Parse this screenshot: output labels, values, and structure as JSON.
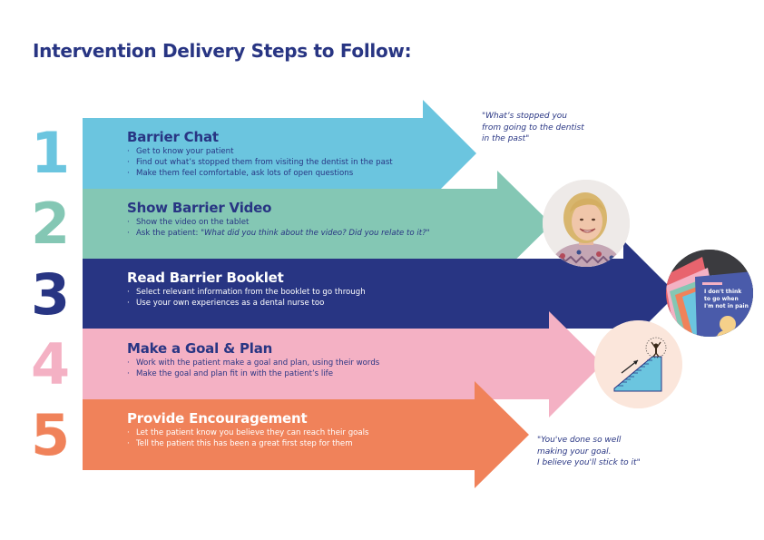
{
  "title": "Intervention Delivery Steps to Follow:",
  "colors": {
    "navy": "#283583",
    "blue": "#6BC5DF",
    "teal": "#84C7B4",
    "pink": "#F4B1C4",
    "orange": "#F0825A",
    "peach": "#FBE6DB",
    "white": "#FFFFFF"
  },
  "steps": [
    {
      "number": "1",
      "title": "Barrier Chat",
      "bullets": [
        "Get to know your patient",
        "Find out what’s stopped them from visiting the dentist in the past",
        "Make them feel comfortable, ask lots of open questions"
      ]
    },
    {
      "number": "2",
      "title": "Show Barrier Video",
      "bullets": [
        "Show the video on the tablet"
      ],
      "bullet2_prefix": "Ask the patient: ",
      "bullet2_quote": "\"What did you think about the video? Did you relate to it?\""
    },
    {
      "number": "3",
      "title": "Read Barrier Booklet",
      "bullets": [
        "Select relevant information from the booklet to go through",
        "Use your own experiences as a dental nurse too"
      ]
    },
    {
      "number": "4",
      "title": "Make a Goal & Plan",
      "bullets": [
        "Work with the patient make a goal and plan, using their words",
        "Make the goal and plan fit in with the patient’s life"
      ]
    },
    {
      "number": "5",
      "title": "Provide Encouragement",
      "bullets": [
        "Let the patient know you believe they can reach their goals",
        "Tell the patient this has been a great first step for them"
      ]
    }
  ],
  "quotes": {
    "top": [
      "\"What’s stopped you",
      "from going to the dentist",
      "in the past\""
    ],
    "bottom": [
      "\"You've done so well",
      "making your goal.",
      "I believe you'll stick to it\""
    ]
  },
  "booklet_cover_text": [
    "I don't think",
    "to go when",
    "I'm not in pain"
  ],
  "icons": {
    "video": "person-photo",
    "booklet": "booklets-photo",
    "goal": "staircase-goal-illustration"
  }
}
